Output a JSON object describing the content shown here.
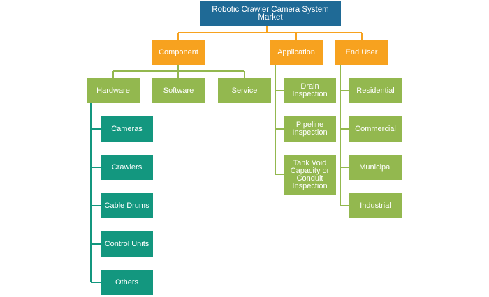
{
  "root": "Robotic Crawler Camera System Market",
  "categories": {
    "component": "Component",
    "application": "Application",
    "end_user": "End User"
  },
  "component_items": {
    "hardware": "Hardware",
    "software": "Software",
    "service": "Service"
  },
  "hardware_items": [
    "Cameras",
    "Crawlers",
    "Cable Drums",
    "Control Units",
    "Others"
  ],
  "application_items": [
    "Drain Inspection",
    "Pipeline Inspection",
    "Tank Void Capacity or Conduit Inspection"
  ],
  "end_user_items": [
    "Residential",
    "Commercial",
    "Municipal",
    "Industrial"
  ],
  "colors": {
    "root": "#1f6a96",
    "category": "#f7a21f",
    "subcategory": "#93b84f",
    "leaf": "#13977f",
    "connector_orange": "#f7a21f",
    "connector_green": "#93b84f",
    "connector_teal": "#13977f"
  }
}
